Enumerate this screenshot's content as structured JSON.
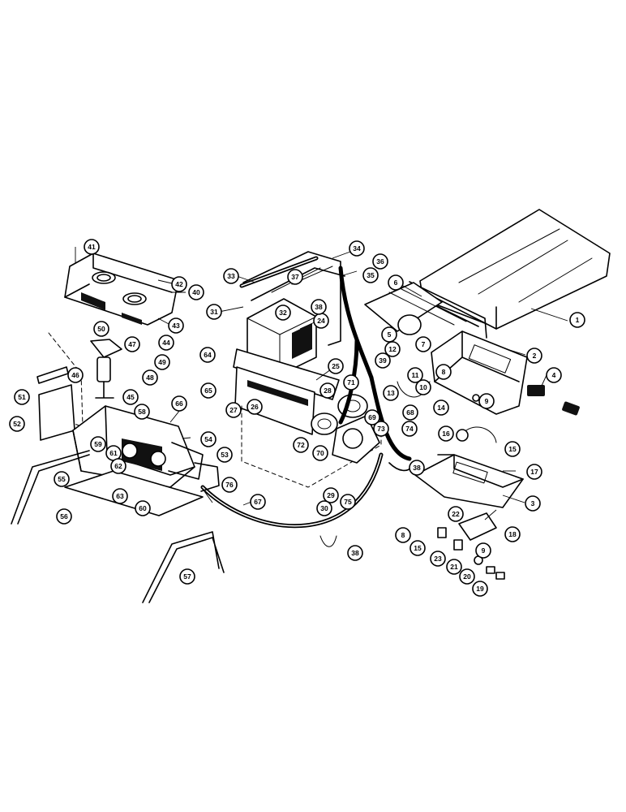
{
  "callouts": [
    {
      "label": "1"
    },
    {
      "label": "2"
    },
    {
      "label": "3"
    },
    {
      "label": "4"
    },
    {
      "label": "5"
    },
    {
      "label": "6"
    },
    {
      "label": "7"
    },
    {
      "label": "8"
    },
    {
      "label": "9"
    },
    {
      "label": "10"
    },
    {
      "label": "11"
    },
    {
      "label": "12"
    },
    {
      "label": "13"
    },
    {
      "label": "14"
    },
    {
      "label": "15"
    },
    {
      "label": "16"
    },
    {
      "label": "17"
    },
    {
      "label": "18"
    },
    {
      "label": "19"
    },
    {
      "label": "20"
    },
    {
      "label": "21"
    },
    {
      "label": "22"
    },
    {
      "label": "23"
    },
    {
      "label": "24"
    },
    {
      "label": "25"
    },
    {
      "label": "26"
    },
    {
      "label": "27"
    },
    {
      "label": "28"
    },
    {
      "label": "29"
    },
    {
      "label": "30"
    },
    {
      "label": "31"
    },
    {
      "label": "32"
    },
    {
      "label": "33"
    },
    {
      "label": "34"
    },
    {
      "label": "35"
    },
    {
      "label": "36"
    },
    {
      "label": "37"
    },
    {
      "label": "38"
    },
    {
      "label": "39"
    },
    {
      "label": "40"
    },
    {
      "label": "41"
    },
    {
      "label": "42"
    },
    {
      "label": "43"
    },
    {
      "label": "44"
    },
    {
      "label": "45"
    },
    {
      "label": "46"
    },
    {
      "label": "47"
    },
    {
      "label": "48"
    },
    {
      "label": "49"
    },
    {
      "label": "50"
    },
    {
      "label": "51"
    },
    {
      "label": "52"
    },
    {
      "label": "53"
    },
    {
      "label": "54"
    },
    {
      "label": "55"
    },
    {
      "label": "56"
    },
    {
      "label": "57"
    },
    {
      "label": "58"
    },
    {
      "label": "59"
    },
    {
      "label": "60"
    },
    {
      "label": "61"
    },
    {
      "label": "62"
    },
    {
      "label": "63"
    },
    {
      "label": "64"
    },
    {
      "label": "65"
    },
    {
      "label": "66"
    },
    {
      "label": "67"
    },
    {
      "label": "68"
    },
    {
      "label": "69"
    },
    {
      "label": "70"
    },
    {
      "label": "71"
    },
    {
      "label": "72"
    },
    {
      "label": "73"
    },
    {
      "label": "74"
    },
    {
      "label": "75"
    },
    {
      "label": "76"
    },
    {
      "label": "8"
    },
    {
      "label": "9"
    },
    {
      "label": "10"
    },
    {
      "label": "15"
    },
    {
      "label": "38"
    },
    {
      "label": "38"
    },
    {
      "label": "38"
    },
    {
      "label": "52"
    }
  ]
}
